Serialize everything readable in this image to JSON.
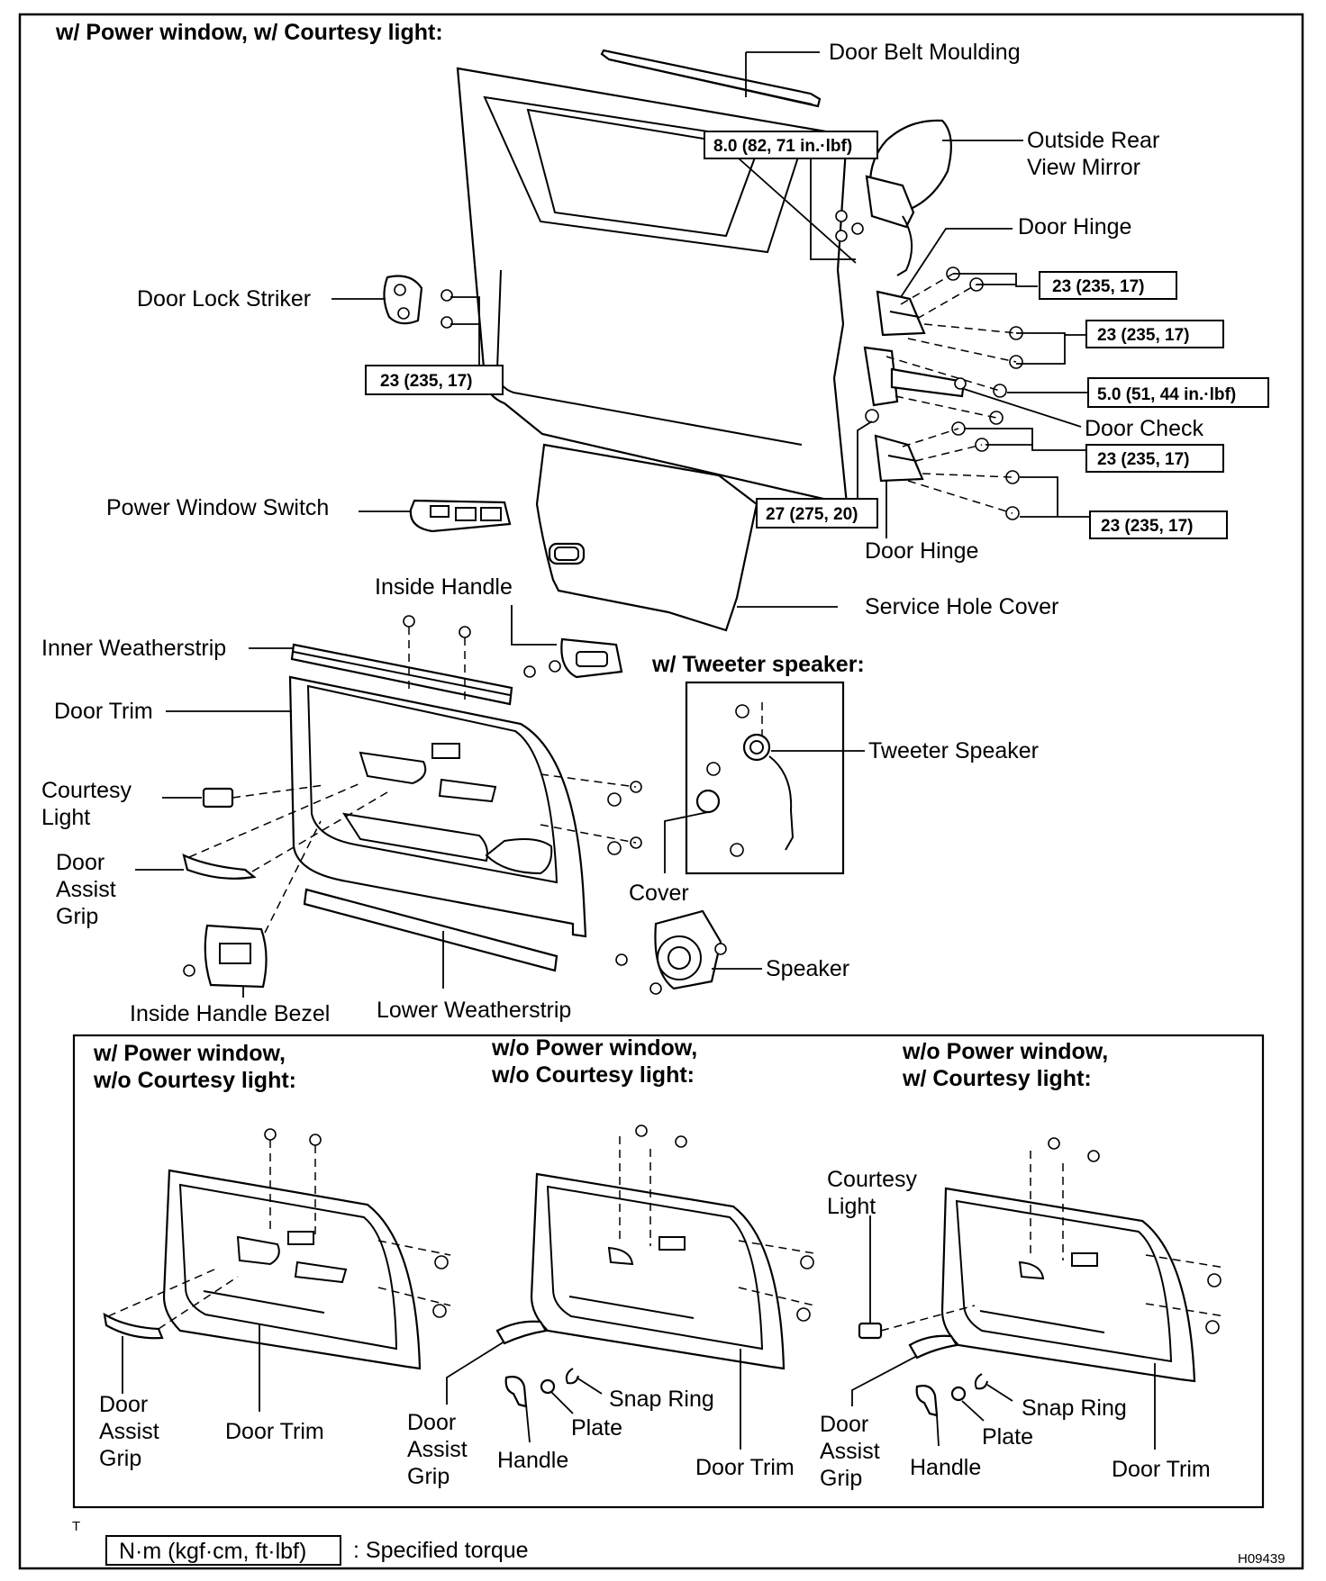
{
  "sections": {
    "main": "w/ Power window, w/ Courtesy light:",
    "tweeter": "w/ Tweeter speaker:",
    "variant1_line1": "w/ Power window,",
    "variant1_line2": "w/o Courtesy light:",
    "variant2_line1": "w/o Power window,",
    "variant2_line2": "w/o Courtesy light:",
    "variant3_line1": "w/o Power window,",
    "variant3_line2": "w/ Courtesy light:"
  },
  "labels": {
    "door_belt_moulding": "Door Belt Moulding",
    "outside_mirror_1": "Outside Rear",
    "outside_mirror_2": "View Mirror",
    "door_hinge_upper": "Door Hinge",
    "door_lock_striker": "Door Lock Striker",
    "door_check": "Door Check",
    "power_window_switch": "Power Window Switch",
    "door_hinge_lower": "Door Hinge",
    "inside_handle": "Inside Handle",
    "service_hole_cover": "Service Hole Cover",
    "inner_weatherstrip": "Inner Weatherstrip",
    "door_trim": "Door Trim",
    "courtesy_light_1": "Courtesy",
    "courtesy_light_2": "Light",
    "tweeter_speaker": "Tweeter Speaker",
    "door_assist_grip_1": "Door",
    "door_assist_grip_2": "Assist",
    "door_assist_grip_3": "Grip",
    "cover": "Cover",
    "speaker": "Speaker",
    "inside_handle_bezel": "Inside Handle Bezel",
    "lower_weatherstrip": "Lower Weatherstrip",
    "v1_door_assist_1": "Door",
    "v1_door_assist_2": "Assist",
    "v1_door_assist_3": "Grip",
    "v1_door_trim": "Door Trim",
    "v2_door_assist_1": "Door",
    "v2_door_assist_2": "Assist",
    "v2_door_assist_3": "Grip",
    "v2_handle": "Handle",
    "v2_plate": "Plate",
    "v2_snap_ring": "Snap Ring",
    "v2_door_trim": "Door Trim",
    "v3_courtesy_1": "Courtesy",
    "v3_courtesy_2": "Light",
    "v3_door_assist_1": "Door",
    "v3_door_assist_2": "Assist",
    "v3_door_assist_3": "Grip",
    "v3_handle": "Handle",
    "v3_plate": "Plate",
    "v3_snap_ring": "Snap Ring",
    "v3_door_trim": "Door Trim"
  },
  "torques": {
    "mirror": "8.0 (82, 71 in.·lbf)",
    "hinge_upper_a": "23 (235, 17)",
    "hinge_upper_b": "23 (235, 17)",
    "striker": "23 (235, 17)",
    "check": "5.0 (51, 44 in.·lbf)",
    "hinge_lower_a": "23 (235, 17)",
    "check_body": "27 (275, 20)",
    "hinge_lower_b": "23 (235, 17)"
  },
  "legend": {
    "marker": "T",
    "unit": "N·m (kgf·cm, ft·lbf)",
    "meaning": ": Specified torque"
  },
  "figure_id": "H09439"
}
